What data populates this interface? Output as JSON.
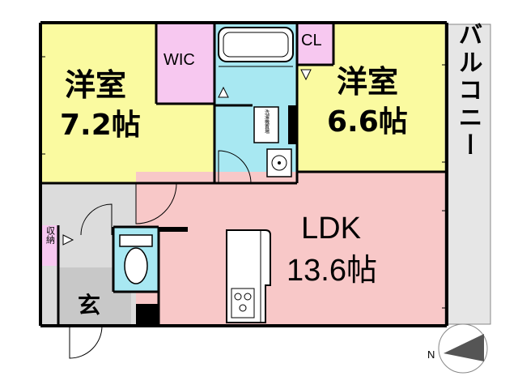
{
  "rooms": {
    "western_left": {
      "name": "洋室",
      "size": "7.2帖"
    },
    "wic": {
      "name": "WIC"
    },
    "cl": {
      "name": "CL"
    },
    "western_right": {
      "name": "洋室",
      "size": "6.6帖"
    },
    "balcony": {
      "name": "バルコニー"
    },
    "ldk": {
      "name": "LDK",
      "size": "13.6帖"
    },
    "storage": {
      "name": "収納"
    },
    "entrance": {
      "name": "玄"
    },
    "washer": {
      "name": "洗濯機置場"
    }
  },
  "compass": {
    "label": "N"
  },
  "colors": {
    "western": "#fafaa0",
    "closet": "#f7c8f0",
    "ldk": "#f8c8c8",
    "wet": "#a8e8f2",
    "hall": "#dcdcdc",
    "entrance": "#c8c8c8",
    "balcony": "#e6e6e6",
    "wall": "#000000"
  }
}
